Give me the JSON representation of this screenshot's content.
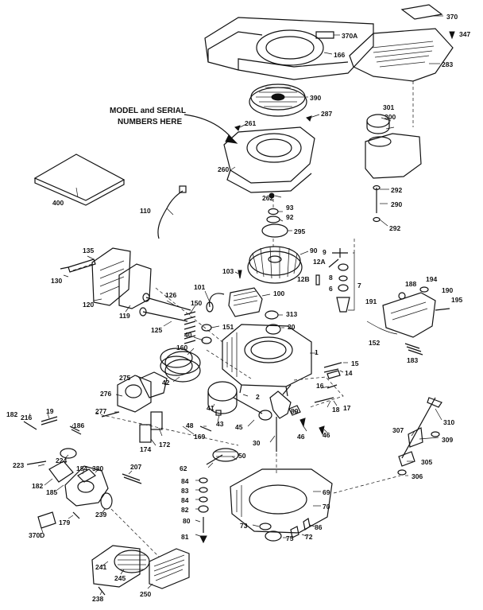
{
  "callout": {
    "line1": "MODEL and SERIAL",
    "line2": "NUMBERS HERE"
  },
  "labels": {
    "l370": "370",
    "l347": "347",
    "l370A": "370A",
    "l166": "166",
    "l283": "283",
    "l390": "390",
    "l287": "287",
    "l261": "261",
    "l260": "260",
    "l262": "262",
    "l301": "301",
    "l300": "300",
    "l292a": "292",
    "l290": "290",
    "l292b": "292",
    "l400": "400",
    "l110": "110",
    "l93": "93",
    "l92": "92",
    "l295": "295",
    "l90": "90",
    "l9": "9",
    "l12A": "12A",
    "l12B": "12B",
    "l8": "8",
    "l6": "6",
    "l7": "7",
    "l135": "135",
    "l130": "130",
    "l120": "120",
    "l119": "119",
    "l103": "103",
    "l101": "101",
    "l100": "100",
    "l126": "126",
    "l150": "150",
    "l125": "125",
    "l313": "313",
    "l20": "20",
    "l151": "151",
    "l40": "40",
    "l160": "160",
    "l188": "188",
    "l194": "194",
    "l190": "190",
    "l191": "191",
    "l195": "195",
    "l152": "152",
    "l183": "183",
    "l1": "1",
    "l15": "15",
    "l14": "14",
    "l42": "42",
    "l275": "275",
    "l276": "276",
    "l277": "277",
    "l41": "41",
    "l43": "43",
    "l2": "2",
    "l16": "16",
    "l18": "18",
    "l17": "17",
    "l310": "310",
    "l182": "182",
    "l216": "216",
    "l19": "19",
    "l186": "186",
    "l48": "48",
    "l174": "174",
    "l172": "172",
    "l169": "169",
    "l45": "45",
    "l89": "89",
    "l46a": "46",
    "l46b": "46",
    "l30": "30",
    "l307": "307",
    "l309": "309",
    "l224": "224",
    "l223": "223",
    "l184": "184",
    "l380": "380",
    "l207": "207",
    "l50": "50",
    "l62": "62",
    "l305": "305",
    "l306": "306",
    "l182b": "182",
    "l185": "185",
    "l84a": "84",
    "l83": "83",
    "l84b": "84",
    "l82": "82",
    "l69": "69",
    "l70": "70",
    "l239": "239",
    "l179": "179",
    "l80": "80",
    "l73": "73",
    "l86": "86",
    "l370D": "370D",
    "l75": "75",
    "l72": "72",
    "l81": "81",
    "l241": "241",
    "l245": "245",
    "l250": "250",
    "l238": "238"
  }
}
